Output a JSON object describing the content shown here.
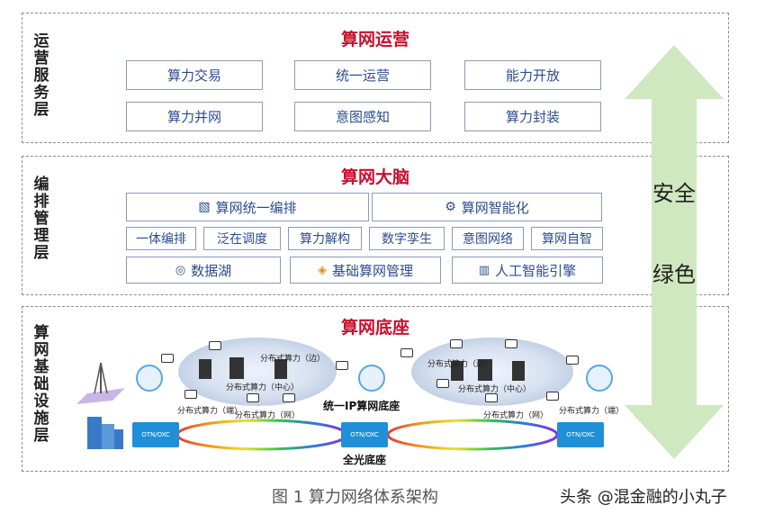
{
  "layers": {
    "ops": {
      "label": "运营服务层",
      "title": "算网运营",
      "boxes": [
        "算力交易",
        "统一运营",
        "能力开放",
        "算力并网",
        "意图感知",
        "算力封装"
      ]
    },
    "orch": {
      "label": "编排管理层",
      "title": "算网大脑",
      "top_boxes": [
        "算网统一编排",
        "算网智能化"
      ],
      "mid_boxes": [
        "一体编排",
        "泛在调度",
        "算力解构",
        "数字孪生",
        "意图网络",
        "算网自智"
      ],
      "bottom_boxes": [
        "数据湖",
        "基础算网管理",
        "人工智能引擎"
      ]
    },
    "base": {
      "label": "算网基础设施层",
      "title": "算网底座",
      "ip_label": "统一IP算网底座",
      "optical_label": "全光底座",
      "otn": [
        "OTN/OXC",
        "OTN/OXC",
        "OTN/OXC"
      ],
      "compute_labels_left": [
        "分布式算力（边）",
        "分布式算力（中心）",
        "分布式算力（端）",
        "分布式算力（网）"
      ],
      "compute_labels_right": [
        "分布式算力（边）",
        "分布式算力（中心）",
        "分布式算力（网）",
        "分布式算力（端）"
      ]
    }
  },
  "side_arrow": {
    "top": "安全",
    "bottom": "绿色",
    "color": "#cfe8c0"
  },
  "caption": "图 1 算力网络体系架构",
  "watermark": "头条 @混金融的小丸子",
  "colors": {
    "title_red": "#c8102e",
    "box_text": "#2a4d8f",
    "box_border": "#8a9bb8",
    "otn_blue": "#1f8fd8"
  }
}
